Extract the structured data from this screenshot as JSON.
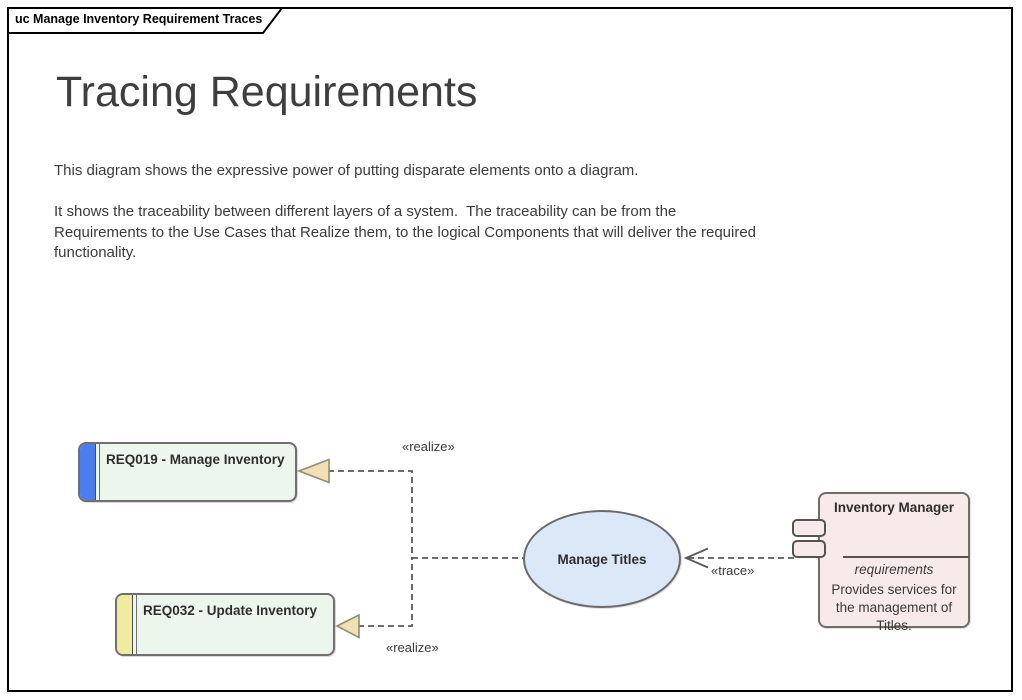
{
  "frame": {
    "tab_label": "uc Manage Inventory Requirement Traces"
  },
  "header": {
    "title": "Tracing Requirements"
  },
  "description": {
    "paragraph1": "This diagram shows the expressive power of putting disparate elements onto a diagram.",
    "paragraph2": "It shows the traceability between different layers of a system.  The traceability can be from the Requirements to the Use Cases that Realize them, to the logical Components that will deliver the required functionality."
  },
  "diagram": {
    "requirements": [
      {
        "label": "REQ019 - Manage Inventory",
        "bar_color": "#4a7df0"
      },
      {
        "label": "REQ032 - Update Inventory",
        "bar_color": "#f0eb9e"
      }
    ],
    "use_case": {
      "label": "Manage Titles"
    },
    "component": {
      "title": "Inventory Manager",
      "stereotype": "requirements",
      "note": "Provides services for the management of Titles."
    },
    "connector_labels": {
      "realize": "«realize»",
      "trace": "«trace»"
    },
    "colors": {
      "requirement_fill": "#edf6ec",
      "usecase_fill": "#dbe8f8",
      "component_fill": "#f8eaea",
      "connector": "#5a5a5a",
      "arrowhead_fill": "#f2dfb4",
      "arrowhead_stroke": "#8e8e74",
      "frame_border": "#000000"
    }
  }
}
